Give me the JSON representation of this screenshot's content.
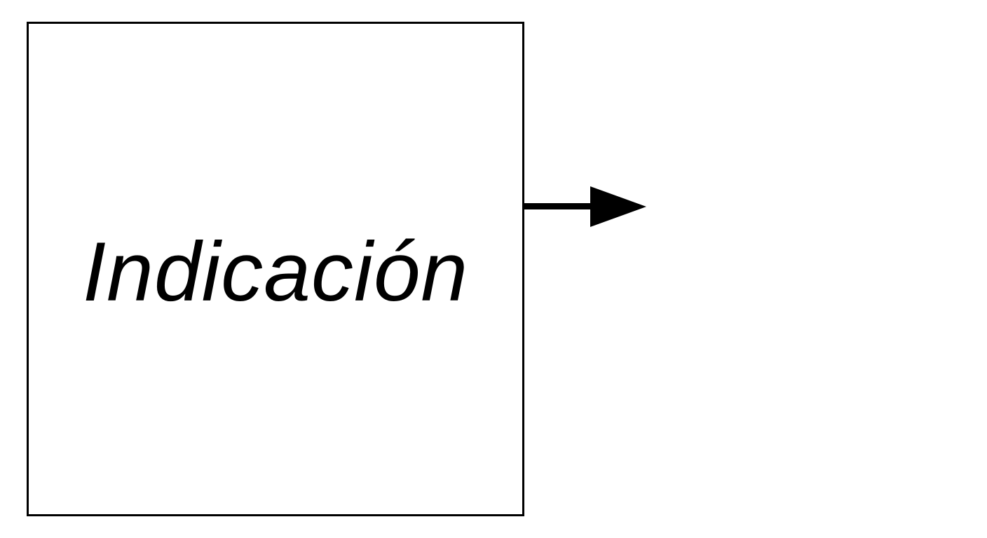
{
  "diagram": {
    "nodes": [
      {
        "id": "indicacion-box",
        "label": "Indicación",
        "shape": "rectangle",
        "border_color": "#000000",
        "fill_color": "#ffffff"
      }
    ],
    "edges": [
      {
        "from": "indicacion-box",
        "to": null,
        "direction": "right",
        "style": "solid-arrow",
        "color": "#000000"
      }
    ]
  }
}
